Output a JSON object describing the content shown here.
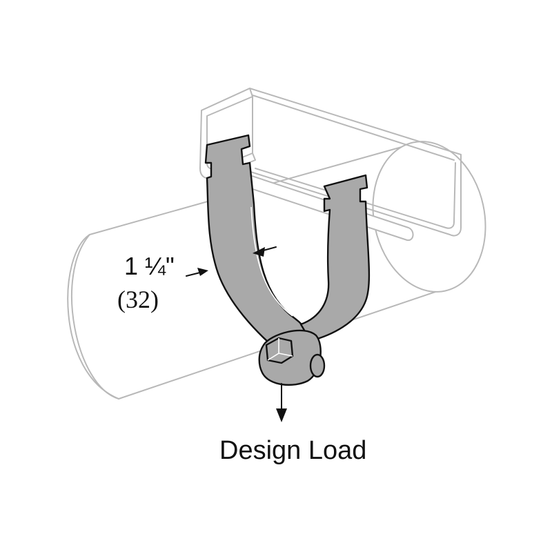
{
  "dimension": {
    "imperial": "1 ¼\"",
    "metric": "(32)"
  },
  "load_label": "Design Load",
  "colors": {
    "background": "#ffffff",
    "ghost_outline": "#b8b8b8",
    "strap_fill": "#a9a9a9",
    "ink": "#111111"
  },
  "icons": [
    "hex-bolt-icon",
    "load-arrow-icon",
    "dimension-arrow-icon"
  ]
}
